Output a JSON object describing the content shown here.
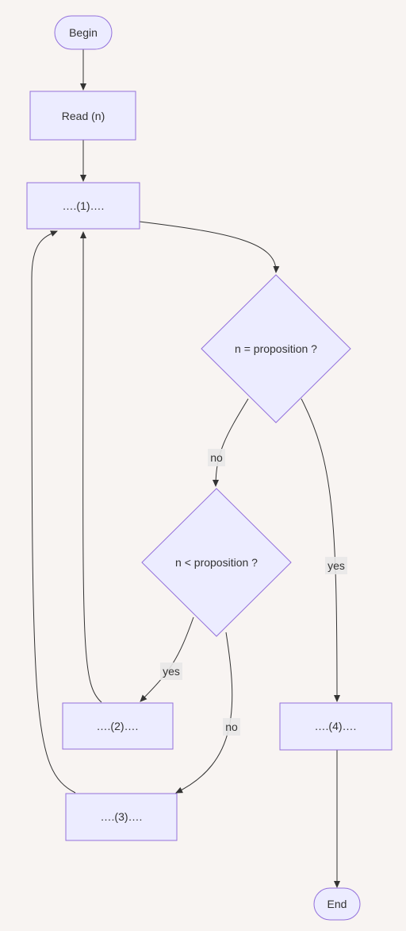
{
  "diagram": {
    "style": {
      "node_fill": "#ececff",
      "node_stroke": "#9370db",
      "edge_color": "#333333",
      "background": "#f8f4f2"
    },
    "nodes": {
      "begin": "Begin",
      "read": "Read (n)",
      "step1": "….(1)….",
      "decision_equal": "n = proposition ?",
      "decision_less": "n < proposition ?",
      "step2": "….(2)….",
      "step3": "….(3)….",
      "step4": "….(4)….",
      "end": "End"
    },
    "edge_labels": {
      "equal_no": "no",
      "equal_yes": "yes",
      "less_yes": "yes",
      "less_no": "no"
    }
  }
}
